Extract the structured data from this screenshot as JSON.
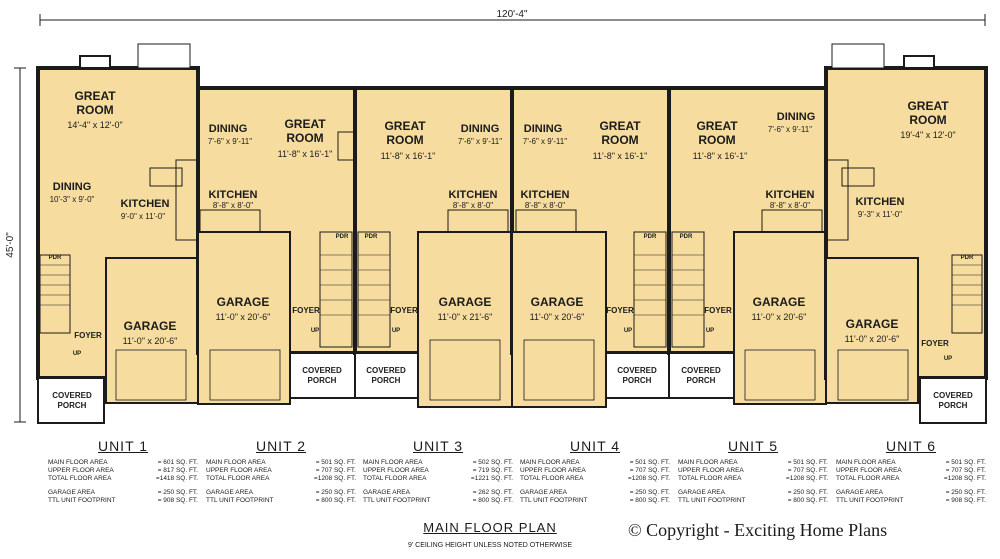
{
  "overall_width": "120'-4\"",
  "overall_depth": "45'-0\"",
  "labels": {
    "great": "GREAT",
    "room": "ROOM",
    "dining": "DINING",
    "kitchen": "KITCHEN",
    "garage": "GARAGE",
    "foyer": "FOYER",
    "covered": "COVERED",
    "porch": "PORCH",
    "pdr": "PDR",
    "up": "UP"
  },
  "rooms": {
    "u1_great": "14'-4\" x 12'-0\"",
    "u1_dining": "10'-3\" x 9'-0\"",
    "u1_kitchen": "9'-0\" x 11'-0\"",
    "u1_garage": "11'-0\" x 20'-6\"",
    "u2_dining": "7'-6\" x 9'-11\"",
    "u2_great": "11'-8\" x 16'-1\"",
    "u2_kitchen": "8'-8\" x 8'-0\"",
    "u2_garage": "11'-0\" x 20'-6\"",
    "u3_great": "11'-8\" x 16'-1\"",
    "u3_dining": "7'-6\" x 9'-11\"",
    "u3_kitchen": "8'-8\" x 8'-0\"",
    "u3_garage": "11'-0\" x 21'-6\"",
    "u4_dining": "7'-6\" x 9'-11\"",
    "u4_great": "11'-8\" x 16'-1\"",
    "u4_kitchen": "8'-8\" x 8'-0\"",
    "u4_garage": "11'-0\" x 20'-6\"",
    "u5_great": "11'-8\" x 16'-1\"",
    "u5_dining": "7'-6\" x 9'-11\"",
    "u5_kitchen": "8'-8\" x 8'-0\"",
    "u5_garage": "11'-0\" x 20'-6\"",
    "u6_great": "19'-4\" x 12'-0\"",
    "u6_kitchen": "9'-3\" x 11'-0\"",
    "u6_garage": "11'-0\" x 20'-6\""
  },
  "units": [
    {
      "title": "UNIT 1",
      "main": "= 601 SQ. FT.",
      "upper": "= 817 SQ. FT.",
      "total": "=1418 SQ. FT.",
      "garage": "= 250 SQ. FT.",
      "footprint": "= 908 SQ. FT."
    },
    {
      "title": "UNIT 2",
      "main": "= 501 SQ. FT.",
      "upper": "= 707 SQ. FT.",
      "total": "=1208 SQ. FT.",
      "garage": "= 250 SQ. FT.",
      "footprint": "= 800 SQ. FT."
    },
    {
      "title": "UNIT 3",
      "main": "= 502 SQ. FT.",
      "upper": "= 719 SQ. FT.",
      "total": "=1221 SQ. FT.",
      "garage": "= 262 SQ. FT.",
      "footprint": "= 800 SQ. FT."
    },
    {
      "title": "UNIT 4",
      "main": "= 501 SQ. FT.",
      "upper": "= 707 SQ. FT.",
      "total": "=1208 SQ. FT.",
      "garage": "= 250 SQ. FT.",
      "footprint": "= 800 SQ. FT."
    },
    {
      "title": "UNIT 5",
      "main": "= 501 SQ. FT.",
      "upper": "= 707 SQ. FT.",
      "total": "=1208 SQ. FT.",
      "garage": "= 250 SQ. FT.",
      "footprint": "= 800 SQ. FT."
    },
    {
      "title": "UNIT 6",
      "main": "= 501 SQ. FT.",
      "upper": "= 707 SQ. FT.",
      "total": "=1208 SQ. FT.",
      "garage": "= 250 SQ. FT.",
      "footprint": "= 908 SQ. FT."
    }
  ],
  "stat_labels": {
    "main": "MAIN FLOOR AREA",
    "upper": "UPPER FLOOR AREA",
    "total": "TOTAL FLOOR AREA",
    "garage": "GARAGE AREA",
    "footprint": "TTL UNIT FOOTPRINT"
  },
  "footer": {
    "title": "MAIN FLOOR PLAN",
    "note": "9' CEILING HEIGHT UNLESS NOTED OTHERWISE",
    "copyright": "© Copyright - Exciting Home Plans"
  },
  "colors": {
    "wall": "#1b1b1b",
    "floor": "#f6dc9e",
    "porch": "#ffffff"
  }
}
